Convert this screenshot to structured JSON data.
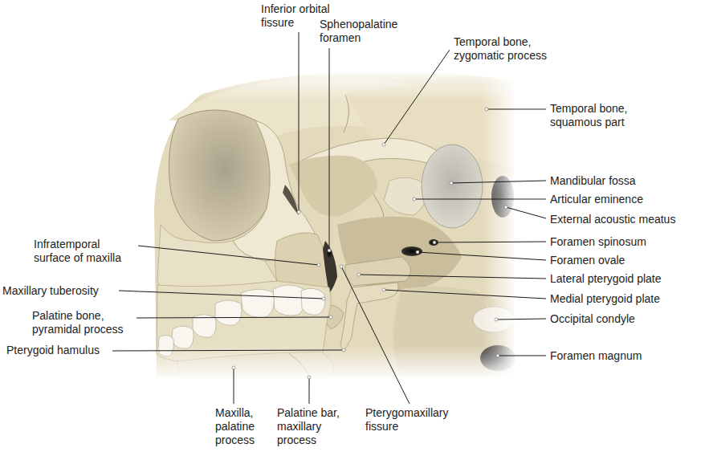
{
  "diagram": {
    "labels": [
      "Inferior orbital fissure",
      "Sphenopalatine foramen",
      "Temporal bone, zygomatic process",
      "Temporal bone, squamous part",
      "Mandibular fossa",
      "Articular eminence",
      "External acoustic meatus",
      "Infratemporal surface of maxilla",
      "Foramen spinosum",
      "Foramen ovale",
      "Lateral pterygoid plate",
      "Maxillary tuberosity",
      "Medial pterygoid plate",
      "Palatine bone, pyramidal process",
      "Occipital condyle",
      "Pterygoid hamulus",
      "Foramen magnum",
      "Maxilla, palatine process",
      "Palatine bar, maxillary process",
      "Pterygomaxillary fissure"
    ]
  }
}
